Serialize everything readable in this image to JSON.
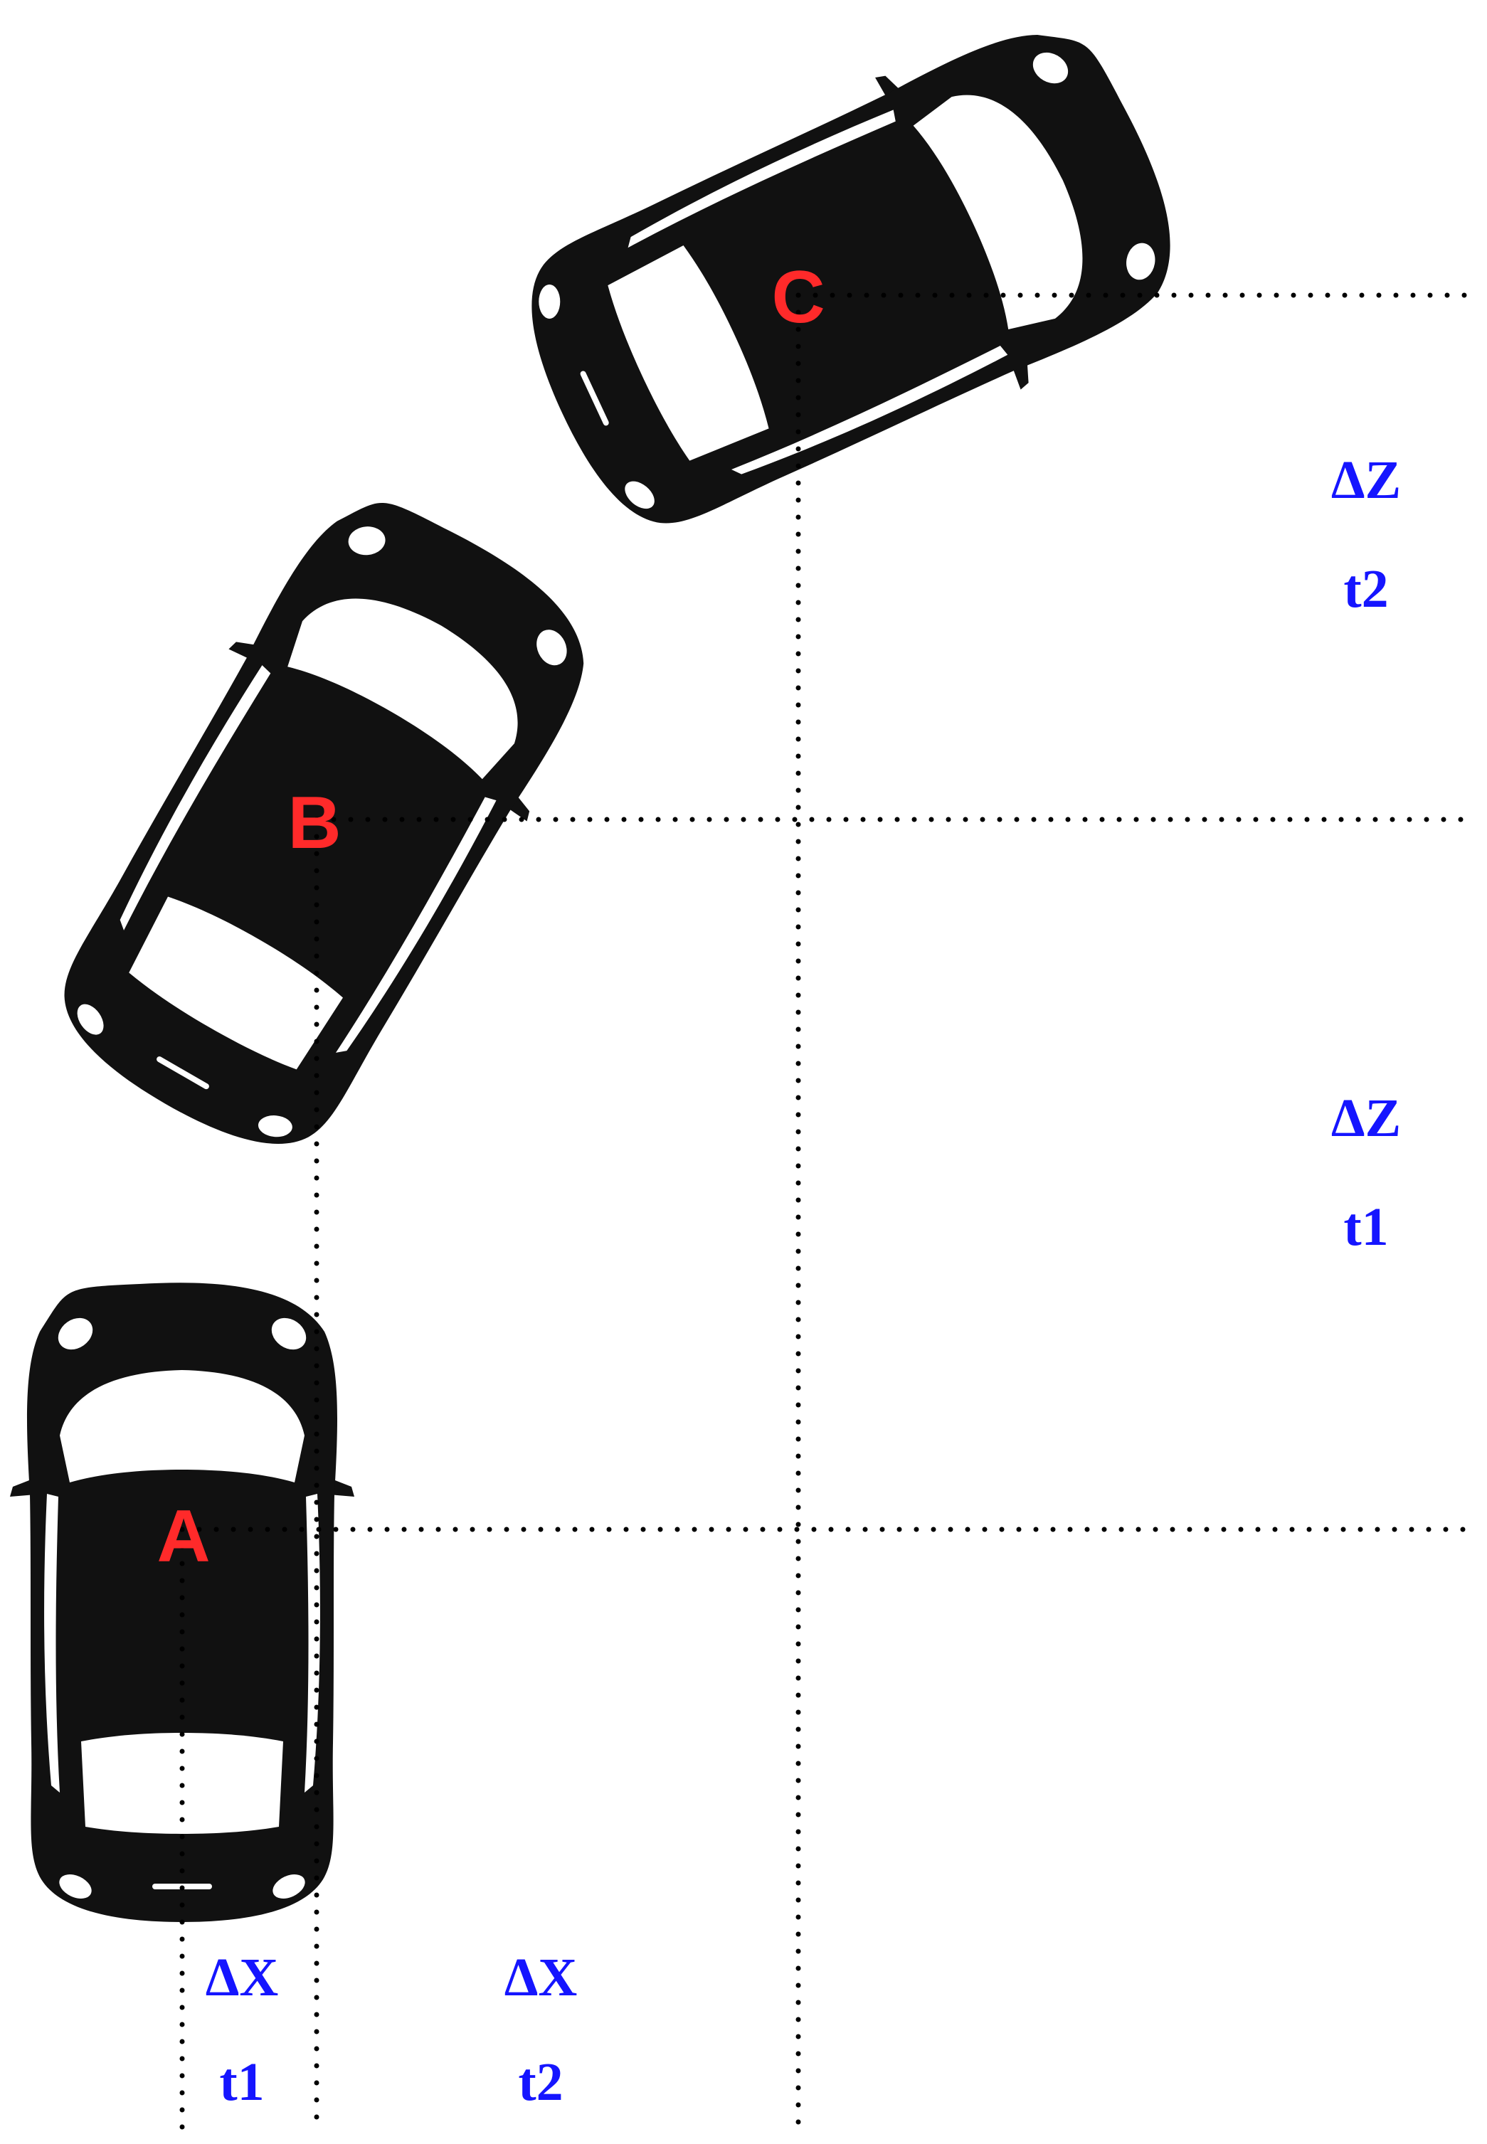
{
  "colors": {
    "car_label": "#ff2a2a",
    "delta_label": "#1515ff",
    "car_body": "#111111",
    "grid_line": "#000000",
    "background": "#ffffff"
  },
  "cars": [
    {
      "id": "a",
      "label": "A"
    },
    {
      "id": "b",
      "label": "B"
    },
    {
      "id": "c",
      "label": "C"
    }
  ],
  "x_labels": [
    {
      "id": "dx-t1",
      "symbol": "ΔX",
      "time": "t1"
    },
    {
      "id": "dx-t2",
      "symbol": "ΔX",
      "time": "t2"
    }
  ],
  "z_labels": [
    {
      "id": "dz-t1",
      "symbol": "ΔZ",
      "time": "t1"
    },
    {
      "id": "dz-t2",
      "symbol": "ΔZ",
      "time": "t2"
    }
  ]
}
